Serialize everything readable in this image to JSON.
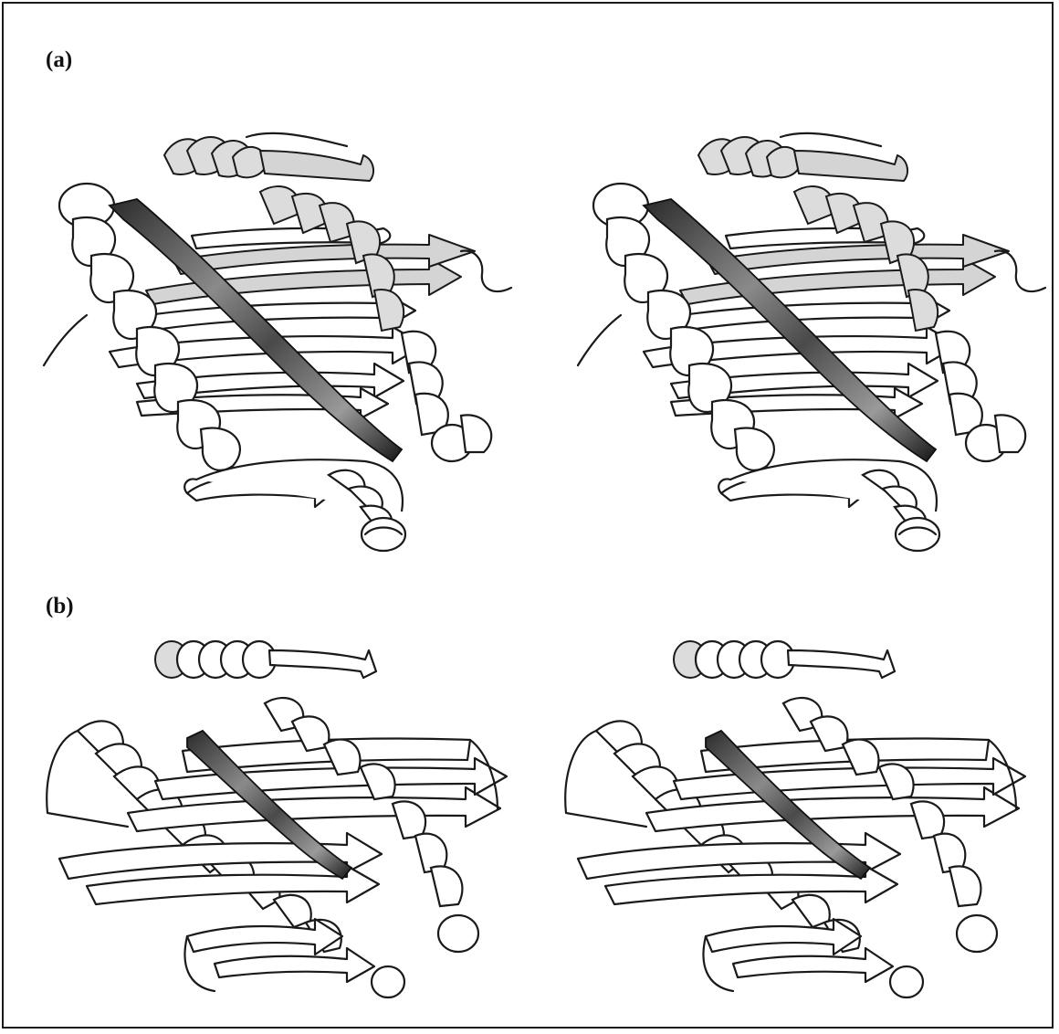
{
  "figure": {
    "panels": [
      {
        "id": "a",
        "label": "(a)",
        "view_pair": "stereo"
      },
      {
        "id": "b",
        "label": "(b)",
        "view_pair": "stereo"
      }
    ],
    "colors": {
      "ink": "#1a1a1a",
      "background": "#ffffff",
      "highlight_strand": "#3a3a3a",
      "shaded_strand": "#d4d4d4"
    }
  }
}
